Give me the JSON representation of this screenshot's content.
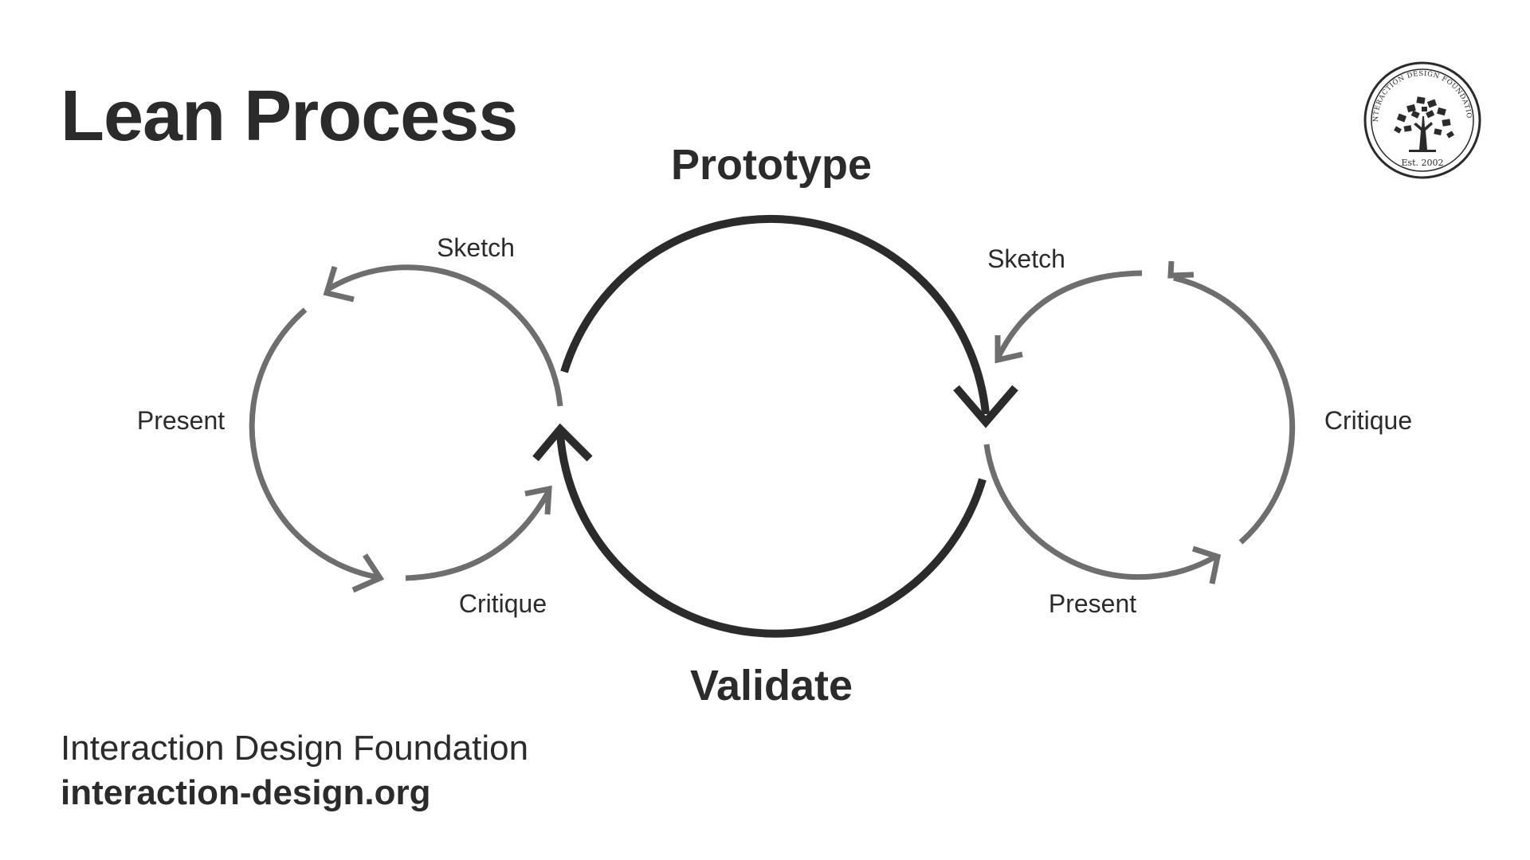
{
  "title": "Lean Process",
  "main_cycle": {
    "top_label": "Prototype",
    "bottom_label": "Validate"
  },
  "left_cycle": {
    "sketch": "Sketch",
    "present": "Present",
    "critique": "Critique"
  },
  "right_cycle": {
    "sketch": "Sketch",
    "critique": "Critique",
    "present": "Present"
  },
  "footer": {
    "organization": "Interaction Design Foundation",
    "website": "interaction-design.org"
  },
  "logo": {
    "ring_text": "INTERACTION DESIGN FOUNDATION",
    "established": "Est. 2002",
    "icon": "tree-icon"
  },
  "colors": {
    "main_cycle": "#2b2b2b",
    "side_cycles": "#6e6e6e",
    "text": "#2b2b2b",
    "background": "#ffffff"
  }
}
